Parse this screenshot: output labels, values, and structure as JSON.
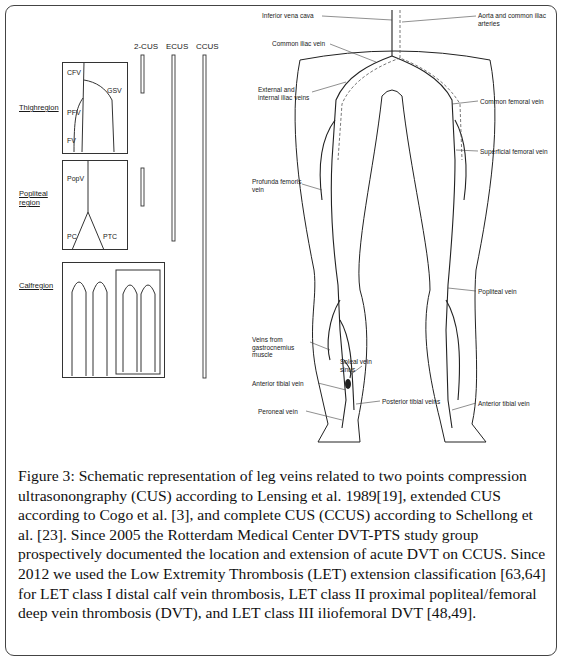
{
  "diagram": {
    "caption": "Figure 3: Schematic representation of leg veins related to two points compression ultrasonongraphy (CUS) according to Lensing et al. 1989[19], extended CUS according to Cogo et al. [3], and complete CUS (CCUS) according to Schellong et al. [23]. Since 2005 the Rotterdam Medical Center DVT-PTS study group prospectively documented the location and extension of acute DVT on CCUS. Since 2012 we used the Low Extremity Thrombosis (LET) extension classification [63,64] for LET class I distal calf vein thrombosis, LET class II proximal popliteal/femoral deep vein thrombosis (DVT), and LET class III iliofemoral DVT [48,49].",
    "nodes": [
      {
        "text": [
          "Thighregion",
          "CFV",
          "GSV",
          "PFV",
          "FV"
        ]
      },
      {
        "text": [
          "Popliteal region",
          "PopV",
          "PC",
          "PTC"
        ]
      },
      {
        "text": [
          "Calfregion"
        ]
      }
    ],
    "labels": [
      "2-CUS",
      "ECUS",
      "CCUS",
      "Inferior vena cava",
      "Aorta and common iliac arteries",
      "Common iliac vein",
      "External and internal iliac veins",
      "Common femoral vein",
      "Profunda femoris vein",
      "Superficial femoral vein",
      "Popliteal vein",
      "Veins from gastrocnemius muscle",
      "Soleal vein sinus",
      "Anterior tibial vein",
      "Posterior tibial veins",
      "Peroneal vein",
      "Anterior tibial vein"
    ]
  }
}
